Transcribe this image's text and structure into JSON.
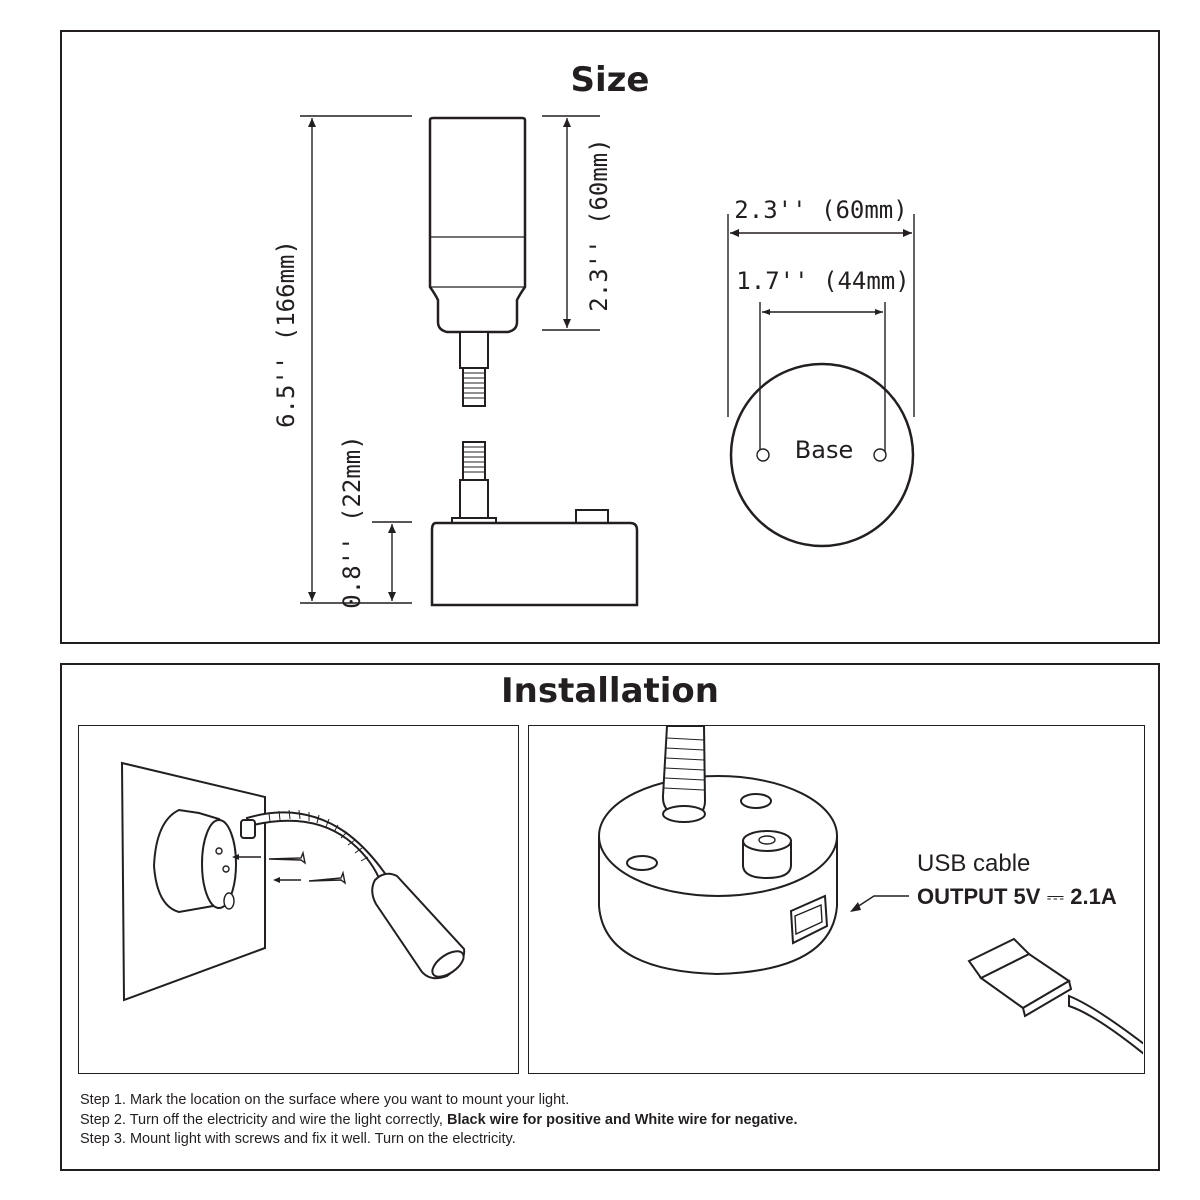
{
  "size_section": {
    "title": "Size",
    "dim_total_height": "6.5'' (166mm)",
    "dim_head_height": "2.3'' (60mm)",
    "dim_base_height": "0.8'' (22mm)",
    "dim_base_diameter": "2.3'' (60mm)",
    "dim_hole_spacing": "1.7'' (44mm)",
    "base_label": "Base"
  },
  "install_section": {
    "title": "Installation",
    "usb_cable_label": "USB cable",
    "output_prefix": "OUTPUT 5V",
    "output_symbol": "⎓",
    "output_suffix": "2.1A",
    "steps": {
      "step1": "Step 1. Mark the location on the surface where you want to mount your light.",
      "step2_prefix": "Step 2. Turn off the electricity and wire the light correctly, ",
      "step2_bold": "Black wire for positive and White wire for negative.",
      "step3": "Step 3. Mount light with screws and fix it well. Turn on the electricity."
    }
  },
  "colors": {
    "line": "#231f20",
    "background": "#ffffff"
  }
}
